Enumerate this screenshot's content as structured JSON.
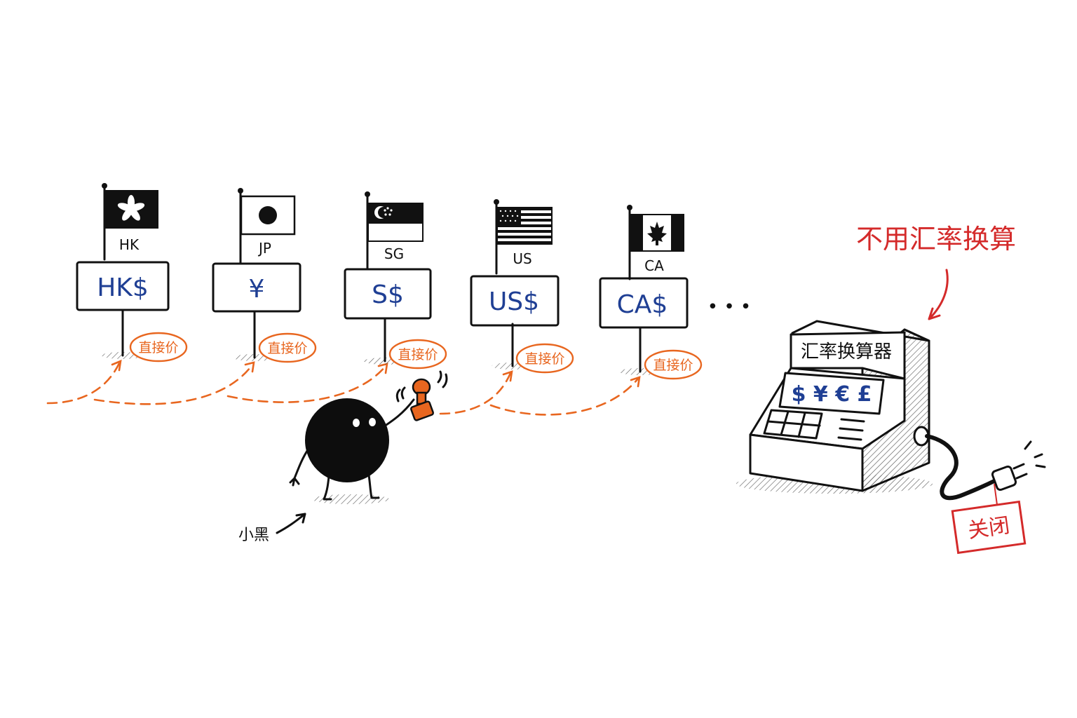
{
  "signs": [
    {
      "code": "HK",
      "currency": "HK$",
      "tag": "直接价"
    },
    {
      "code": "JP",
      "currency": "¥",
      "tag": "直接价"
    },
    {
      "code": "SG",
      "currency": "S$",
      "tag": "直接价"
    },
    {
      "code": "US",
      "currency": "US$",
      "tag": "直接价"
    },
    {
      "code": "CA",
      "currency": "CA$",
      "tag": "直接价"
    }
  ],
  "ellipsis": "• • •",
  "character_label": "小黑",
  "headline": "不用汇率换算",
  "machine": {
    "title": "汇率换算器",
    "screen_symbols": "$ ¥ € £",
    "plug_tag": "关闭"
  },
  "colors": {
    "ink": "#111111",
    "currency_blue": "#1f3f94",
    "orange": "#e8661f",
    "red": "#d42a2a"
  }
}
